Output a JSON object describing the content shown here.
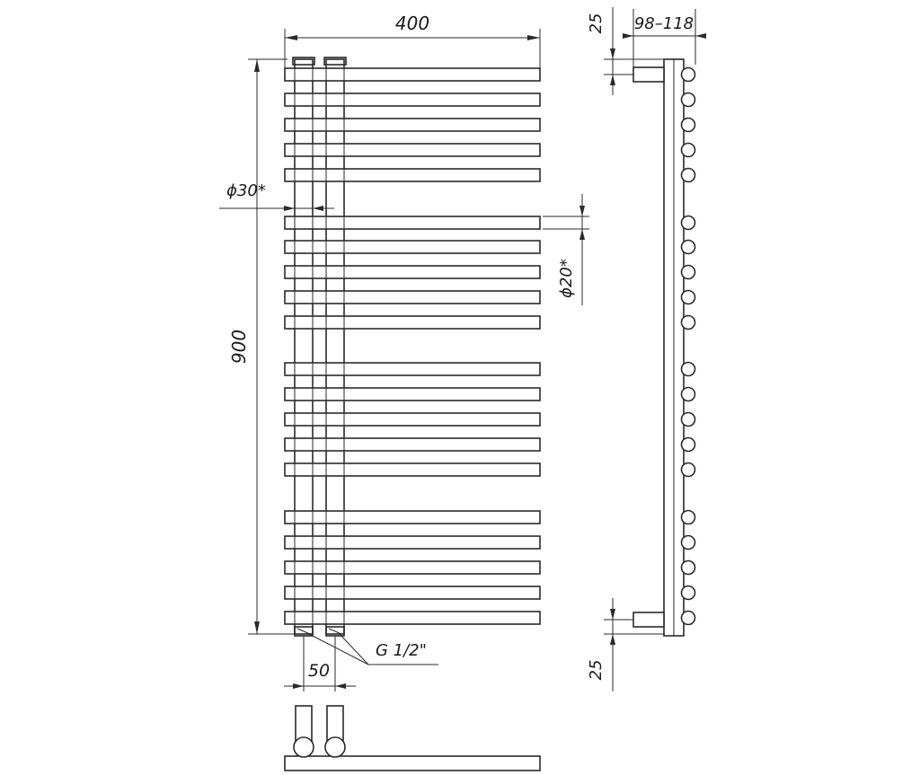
{
  "dimensions": {
    "width": "400",
    "height": "900",
    "pipe_diameter": "ϕ30*",
    "bar_diameter": "ϕ20*",
    "connection_spacing": "50",
    "connection_thread": "G 1/2\"",
    "offset_top": "25",
    "offset_bottom": "25",
    "wall_distance": "98–118"
  },
  "colors": {
    "line": "#2a2a2a",
    "background": "#ffffff"
  }
}
